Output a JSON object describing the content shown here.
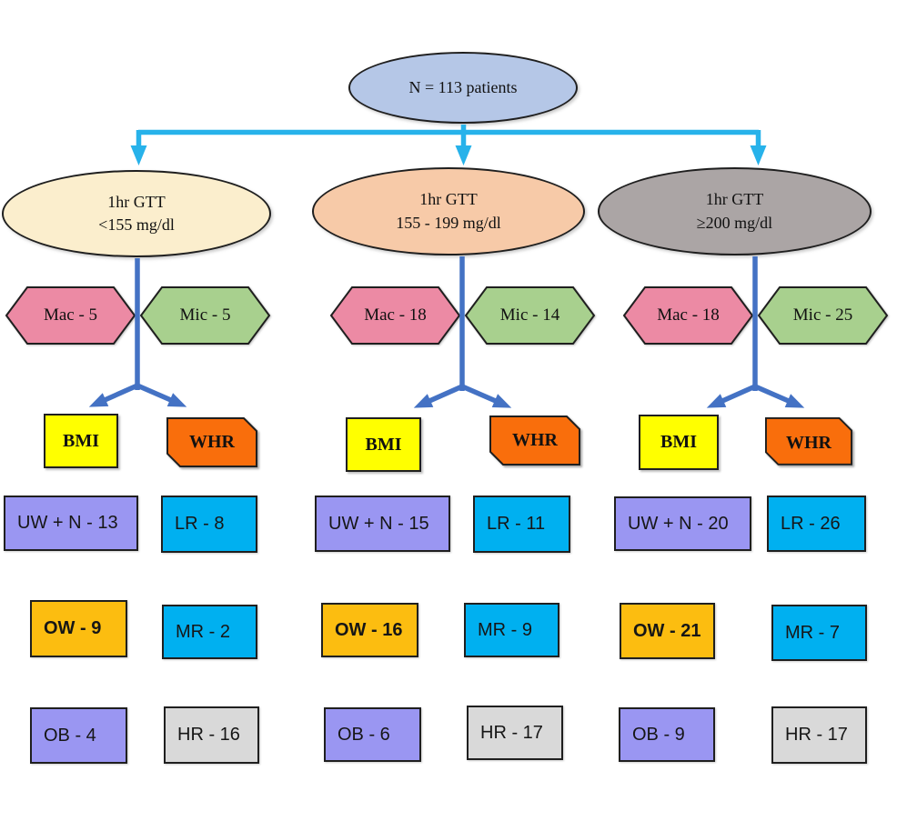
{
  "colors": {
    "root_fill": "#b5c7e7",
    "gtt_low_fill": "#fbeecd",
    "gtt_mid_fill": "#f7caa8",
    "gtt_high_fill": "#aba5a5",
    "mac_fill": "#ec8aa4",
    "mic_fill": "#a8d08e",
    "bmi_fill": "#ffff00",
    "whr_fill": "#f96e0c",
    "uw_ob_fill": "#9a96f2",
    "lr_mr_fill": "#00b0f0",
    "ow_fill": "#fcbd10",
    "hr_fill": "#d9d9d9",
    "top_arrow": "#27b2ea",
    "connector": "#4472c4",
    "outline": "#1f1f1f"
  },
  "root": {
    "label": "N = 113 patients"
  },
  "columns": [
    {
      "gtt_line1": "1hr GTT",
      "gtt_line2": "<155 mg/dl",
      "mac": "Mac - 5",
      "mic": "Mic - 5",
      "bmi": "BMI",
      "whr": "WHR",
      "uw": "UW + N - 13",
      "ow": "OW - 9",
      "ob": "OB - 4",
      "lr": "LR - 8",
      "mr": "MR - 2",
      "hr": "HR - 16"
    },
    {
      "gtt_line1": "1hr GTT",
      "gtt_line2": "155 - 199 mg/dl",
      "mac": "Mac - 18",
      "mic": "Mic - 14",
      "bmi": "BMI",
      "whr": "WHR",
      "uw": "UW + N - 15",
      "ow": "OW - 16",
      "ob": "OB - 6",
      "lr": "LR - 11",
      "mr": "MR - 9",
      "hr": "HR - 17"
    },
    {
      "gtt_line1": "1hr GTT",
      "gtt_line2": "≥200 mg/dl",
      "mac": "Mac - 18",
      "mic": "Mic - 25",
      "bmi": "BMI",
      "whr": "WHR",
      "uw": "UW + N - 20",
      "ow": "OW - 21",
      "ob": "OB - 9",
      "lr": "LR - 26",
      "mr": "MR - 7",
      "hr": "HR - 17"
    }
  ]
}
